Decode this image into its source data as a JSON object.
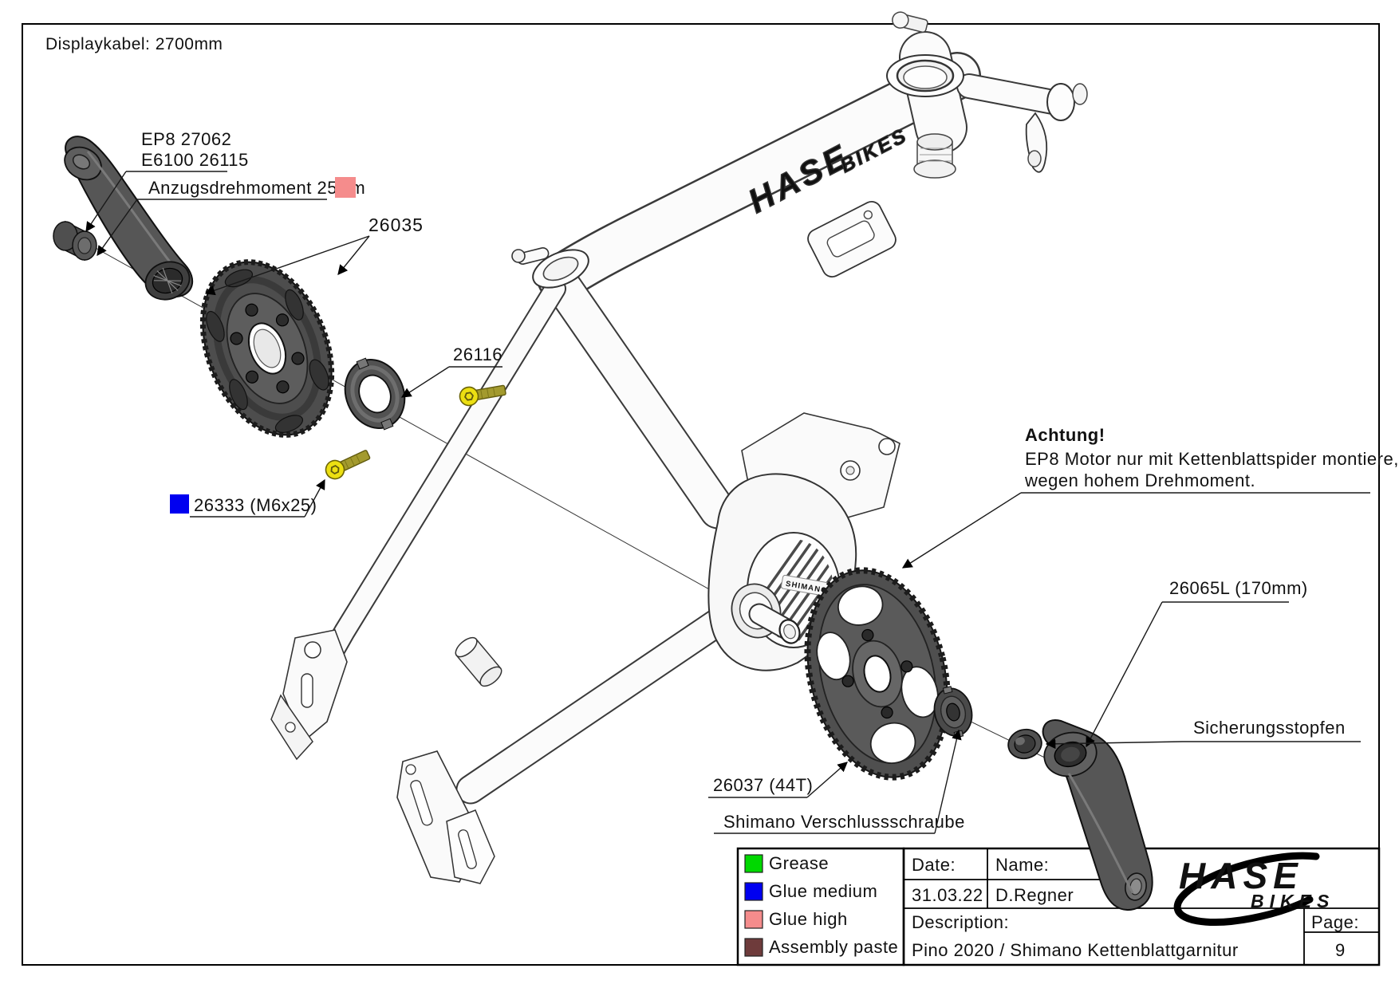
{
  "page": {
    "note_top_left": "Displaykabel: 2700mm"
  },
  "callouts": {
    "ep8": "EP8 27062",
    "e6100": "E6100 26115",
    "torque": "Anzugsdrehmoment 25Nm",
    "part_26035": "26035",
    "part_26116": "26116",
    "part_26333": "26333 (M6x25)",
    "warning_title": "Achtung!",
    "warning_line1": "EP8 Motor nur mit Kettenblattspider montiere,",
    "warning_line2": "wegen hohem Drehmoment.",
    "part_26065": "26065L (170mm)",
    "sicherungsstopfen": "Sicherungsstopfen",
    "part_26037": "26037 (44T)",
    "verschlussschraube": "Shimano Verschlussschraube"
  },
  "frame_logo": {
    "hase": "HASE",
    "bikes": "BIKES"
  },
  "motor_logo": "SHIMANO",
  "legend": {
    "items": [
      {
        "label": "Grease",
        "color": "#00d800"
      },
      {
        "label": "Glue medium",
        "color": "#0000f0"
      },
      {
        "label": "Glue high",
        "color": "#f58c8c"
      },
      {
        "label": "Assembly paste",
        "color": "#6e3b3b"
      }
    ]
  },
  "title_block": {
    "date_label": "Date:",
    "date_value": "31.03.22",
    "name_label": "Name:",
    "name_value": "D.Regner",
    "description_label": "Description:",
    "description_value": "Pino 2020 / Shimano Kettenblattgarnitur",
    "page_label": "Page:",
    "page_value": "9",
    "brand": {
      "hase": "HASE",
      "bikes": "BIKES"
    }
  },
  "colors": {
    "glue_medium": "#0000f0",
    "glue_high": "#f58c8c",
    "bolt_head": "#ecdf12",
    "bolt_shaft": "#a39a2e",
    "part_dark": "#565656"
  }
}
